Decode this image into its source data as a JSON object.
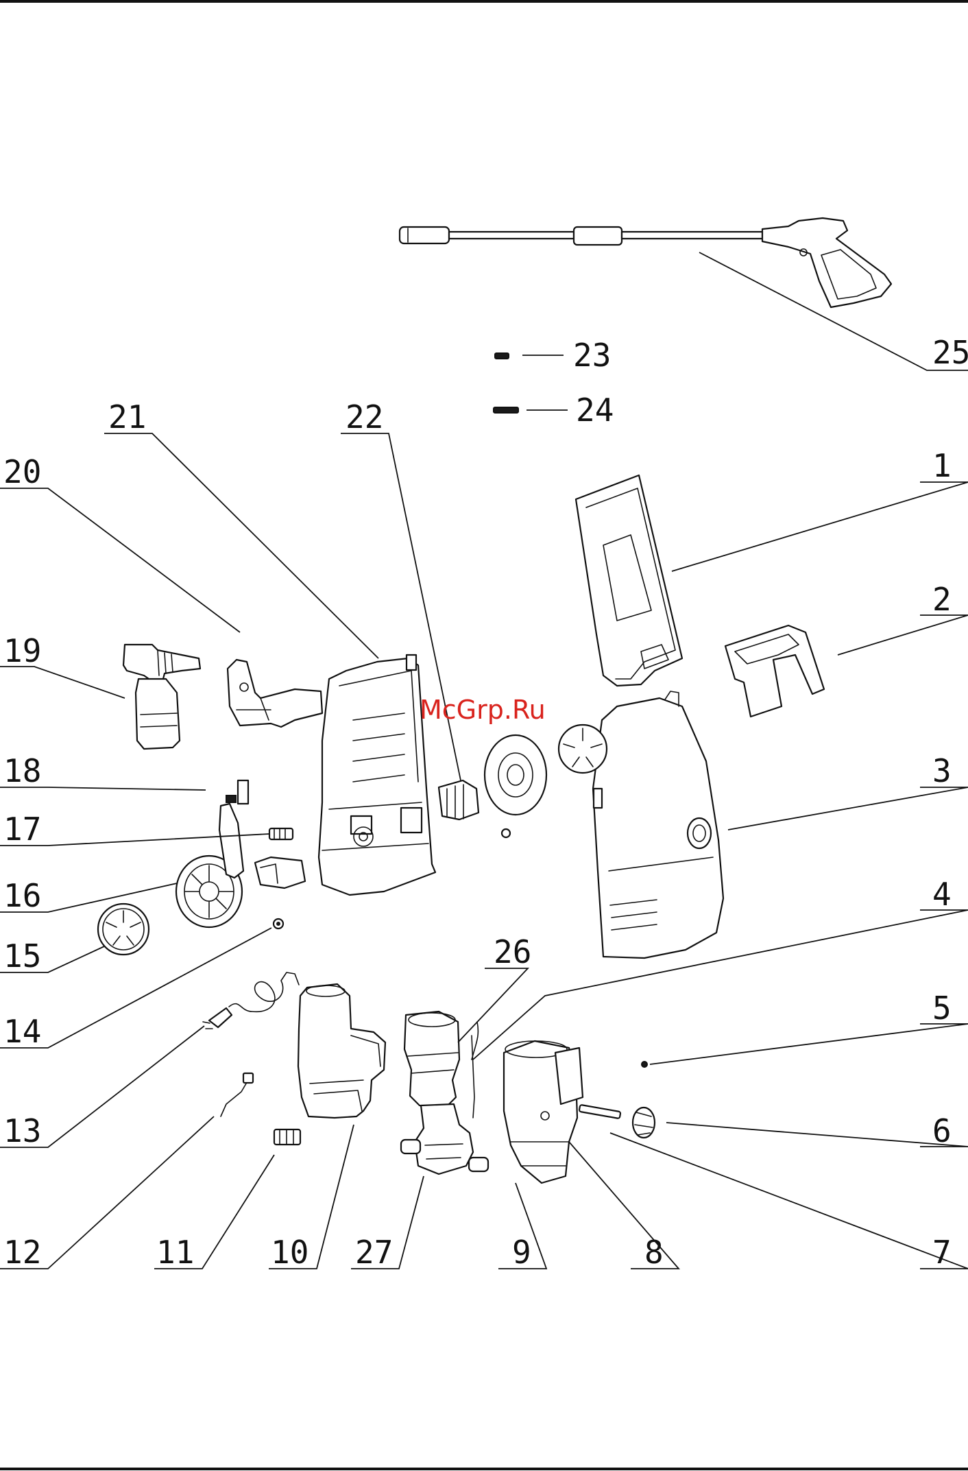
{
  "watermark": "McGrp.Ru",
  "labels": [
    "1",
    "2",
    "3",
    "4",
    "5",
    "6",
    "7",
    "8",
    "9",
    "10",
    "11",
    "12",
    "13",
    "14",
    "15",
    "16",
    "17",
    "18",
    "19",
    "20",
    "21",
    "22",
    "23",
    "24",
    "25",
    "26",
    "27"
  ],
  "colors": {
    "line": "#111111",
    "background": "#ffffff",
    "watermark": "#d9231d"
  }
}
